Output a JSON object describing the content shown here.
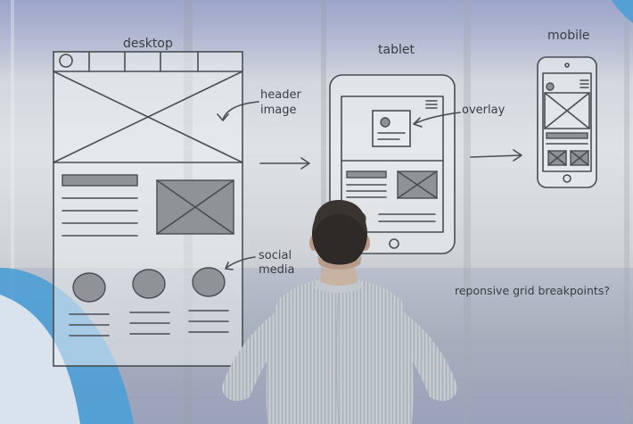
{
  "labels": {
    "desktop": "desktop",
    "tablet": "tablet",
    "mobile": "mobile",
    "header_image": [
      "header",
      "image"
    ],
    "overlay": "overlay",
    "social_media": [
      "social",
      "media"
    ],
    "question": "reponsive grid breakpoints?"
  },
  "colors": {
    "accent_blue": "#4d9fd6",
    "sketch_stroke": "#4a4d52",
    "wall": "#d6dade"
  }
}
